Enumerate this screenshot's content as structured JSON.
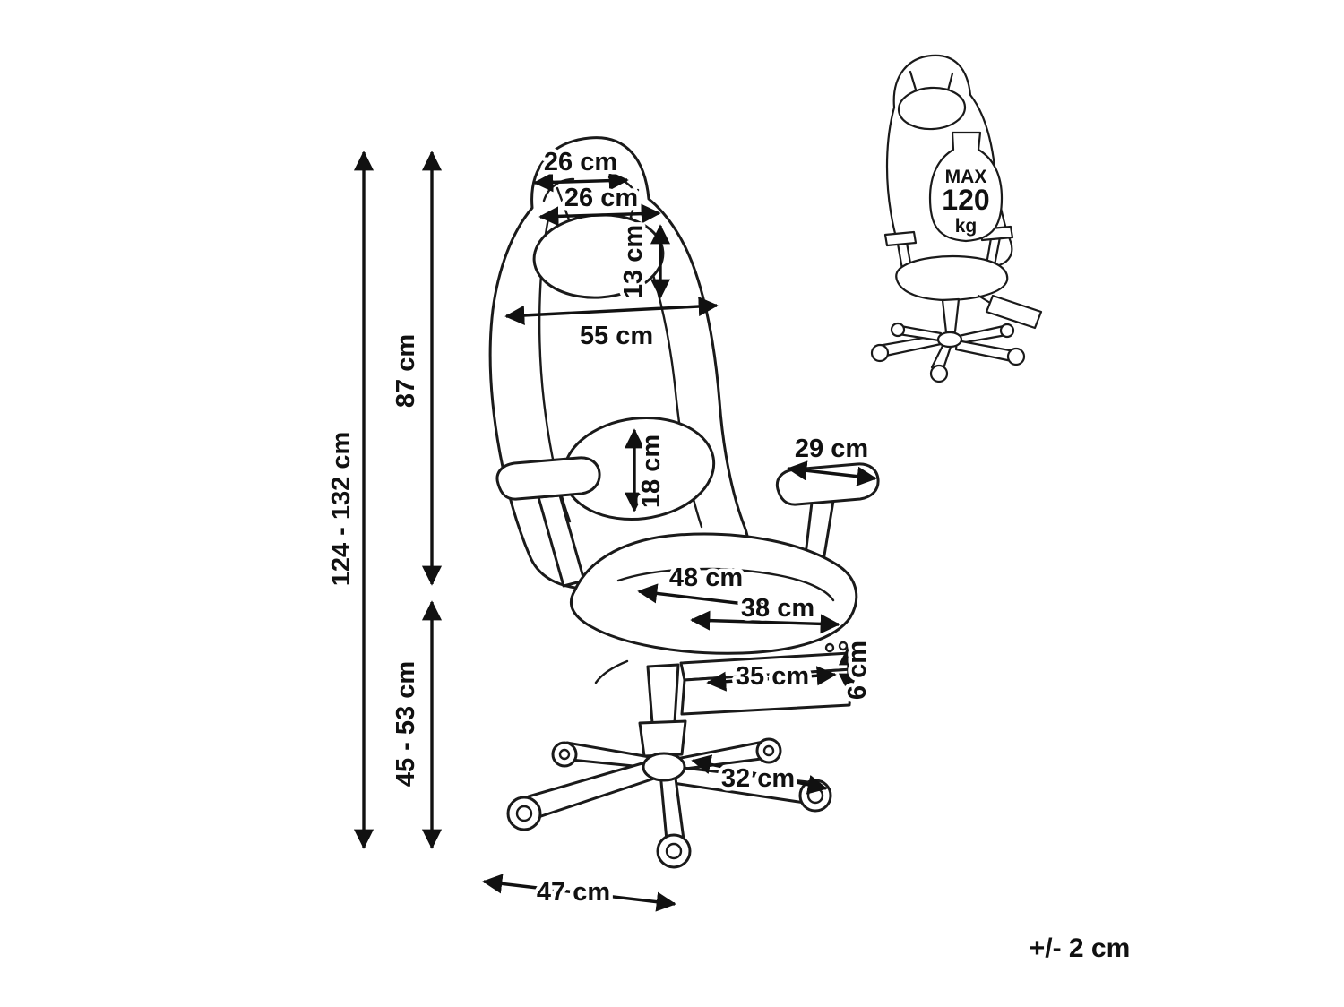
{
  "diagram": {
    "tolerance_note": "+/- 2 cm",
    "weight_badge": {
      "line1": "MAX",
      "line2": "120",
      "line3": "kg"
    },
    "dimensions": {
      "headrest_top_width": "26 cm",
      "pillow_width": "26 cm",
      "pillow_height": "13 cm",
      "backrest_width": "55 cm",
      "backrest_height": "87 cm",
      "total_height": "124 - 132 cm",
      "seat_height": "45 - 53 cm",
      "lumbar_pillow_height": "18 cm",
      "armrest_length": "29 cm",
      "seat_width": "48 cm",
      "seat_depth": "38 cm",
      "footrest_width": "35 cm",
      "footrest_thickness": "6 cm",
      "base_leg_length": "32 cm",
      "base_width": "47 cm"
    },
    "line_color": "#1a1a1a",
    "background_color": "#ffffff"
  }
}
